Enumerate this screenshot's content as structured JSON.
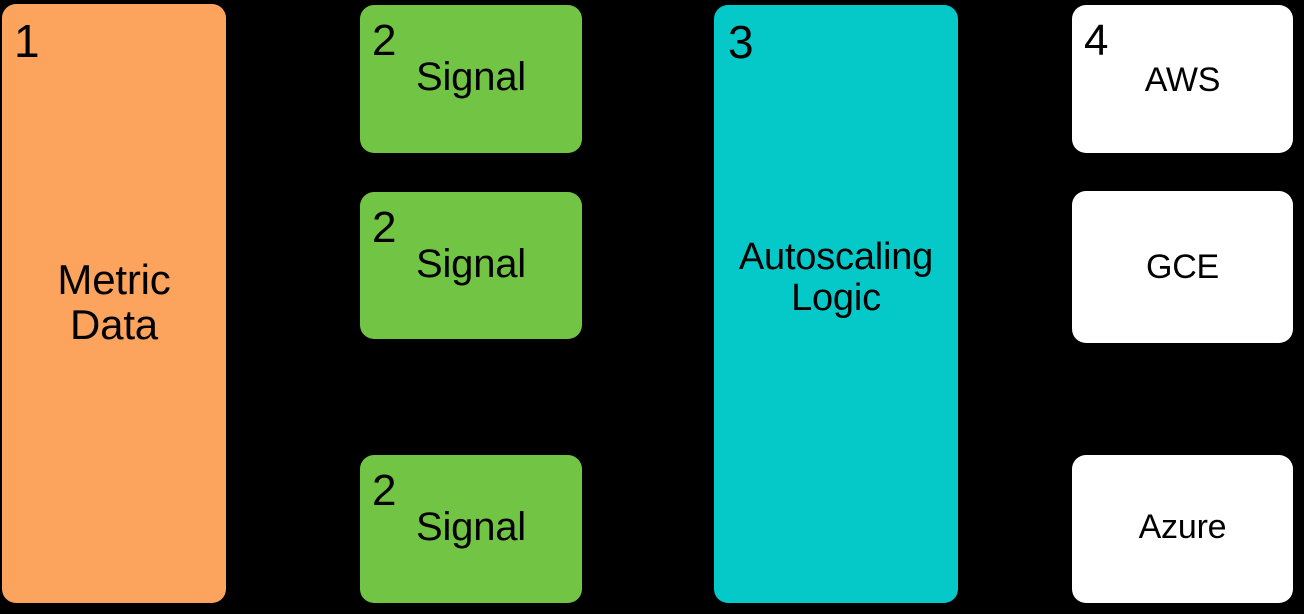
{
  "diagram": {
    "background_color": "#000000",
    "nodes": [
      {
        "id": "metric-data",
        "badge": "1",
        "label": "Metric\nData",
        "color": "#FCA35D"
      },
      {
        "id": "signal-1",
        "badge": "2",
        "label": "Signal",
        "color": "#72C544"
      },
      {
        "id": "signal-2",
        "badge": "2",
        "label": "Signal",
        "color": "#72C544"
      },
      {
        "id": "signal-3",
        "badge": "2",
        "label": "Signal",
        "color": "#72C544"
      },
      {
        "id": "autoscaling-logic",
        "badge": "3",
        "label": "Autoscaling\nLogic",
        "color": "#05C8C8"
      },
      {
        "id": "provider-aws",
        "badge": "4",
        "label": "AWS",
        "color": "#FFFFFF"
      },
      {
        "id": "provider-gce",
        "badge": "",
        "label": "GCE",
        "color": "#FFFFFF"
      },
      {
        "id": "provider-azure",
        "badge": "",
        "label": "Azure",
        "color": "#FFFFFF"
      }
    ]
  }
}
